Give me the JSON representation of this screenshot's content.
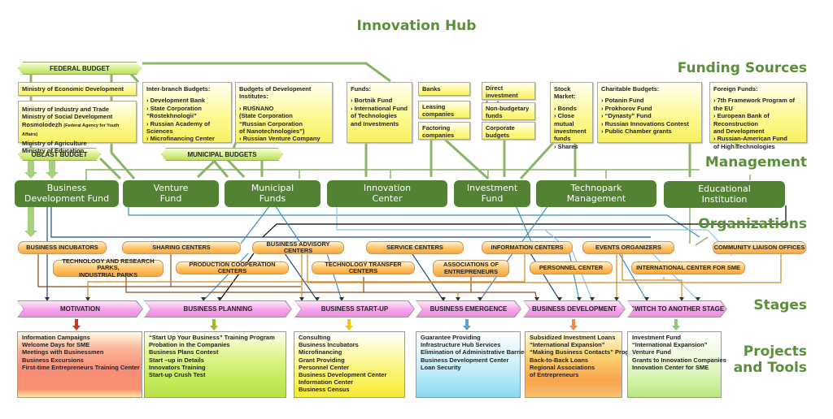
{
  "title": "Innovation Hub",
  "sections": {
    "funding_sources": "Funding Sources",
    "management": "Management",
    "organizations": "Organizations",
    "stages": "Stages",
    "projects_line1": "Projects",
    "projects_line2": "and Tools"
  },
  "budgets": {
    "federal": "FEDERAL BUDGET",
    "oblast": "OBLAST BUDGET",
    "municipal": "MUNICIPAL BUDGETS"
  },
  "funding": {
    "ministry_econ": "Ministry of Economic Development",
    "ministries": [
      "Ministry of Industry and Trade",
      "Ministry of Social Development",
      "Rosmolodezh",
      "Ministry of Agriculture",
      "Ministry of Education"
    ],
    "rosmolodezh_note": "(Federal Agency for Youth Affairs)",
    "inter_branch": {
      "header": "Inter-branch Budgets:",
      "items": [
        "› Development Bank",
        "› State Corporation",
        "“Rostekhnologii”",
        "› Russian Academy of Sciences",
        "› Microfinancing Center"
      ]
    },
    "dev_institutes": {
      "header": "Budgets of  Development Institutes:",
      "items": [
        "› RUSNANO",
        "(State Corporation",
        "“Russian Corporation",
        "of Nanotechnologies”)",
        "› Russian Venture Company"
      ]
    },
    "funds": {
      "header": "Funds:",
      "items": [
        "› Bortnik Fund",
        "› International Fund",
        "of Technologies",
        "and Investments"
      ]
    },
    "banks": "Banks",
    "leasing": [
      "Leasing",
      "companies"
    ],
    "factoring": [
      "Factoring",
      "companies"
    ],
    "direct_investment": [
      "Direct investment",
      "funds"
    ],
    "non_budgetary": [
      "Non-budgetary",
      "funds"
    ],
    "corporate": [
      "Corporate",
      "budgets"
    ],
    "stock_market": {
      "header": "Stock Market:",
      "items": [
        "› Bonds",
        "› Close mutual",
        "investment",
        "funds",
        "› Shares"
      ]
    },
    "charitable": {
      "header": "Charitable Budgets:",
      "items": [
        "› Potanin Fund",
        "› Prokhorov Fund",
        "› “Dynasty” Fund",
        "› Russian Innovations Contest",
        "› Public Chamber grants"
      ]
    },
    "foreign": {
      "header": "Foreign Funds:",
      "items": [
        "› 7th Framework Program of the EU",
        "› European Bank of Reconstruction",
        "and Development",
        "› Russian-American Fund",
        "of High Technologies"
      ]
    }
  },
  "management": [
    [
      "Business",
      "Development Fund"
    ],
    [
      "Venture",
      "Fund"
    ],
    [
      "Municipal",
      "Funds"
    ],
    [
      "Innovation",
      "Center"
    ],
    [
      "Investment",
      "Fund"
    ],
    [
      "Technopark",
      "Management"
    ],
    [
      "Educational",
      "Institution"
    ]
  ],
  "organizations": {
    "row1": [
      "BUSINESS INCUBATORS",
      "SHARING CENTERS",
      "BUSINESS ADVISORY CENTERS",
      "SERVICE CENTERS",
      "INFORMATION CENTERS",
      "EVENTS ORGANIZERS",
      "COMMUNITY LIAISON OFFICES"
    ],
    "row2": [
      [
        "TECHNOLOGY AND RESEARCH PARKS,",
        "INDUSTRIAL PARKS"
      ],
      [
        "PRODUCTION COOPERATION CENTERS"
      ],
      [
        "TECHNOLOGY TRANSFER CENTERS"
      ],
      [
        "ASSOCIATIONS OF",
        "ENTREPRENEURS"
      ],
      [
        "PERSONNEL CENTER"
      ],
      [
        "INTERNATIONAL CENTER FOR SME"
      ]
    ]
  },
  "stages": [
    "MOTIVATION",
    "BUSINESS PLANNING",
    "BUSINESS START-UP",
    "BUSINESS EMERGENCE",
    "BUSINESS DEVELOPMENT",
    "SWITCH TO ANOTHER STAGE"
  ],
  "stage_colors": [
    "#c0392b",
    "#9bbb20",
    "#f2c90f",
    "#5aa3d6",
    "#f08a4b",
    "#8fc47a"
  ],
  "projects": [
    [
      "Information Campaigns",
      "Welcome Days for SME",
      "Meetings with Businessmen",
      "Business Excursions",
      "First-time Entrepreneurs Training Center"
    ],
    [
      "“Start Up Your Business” Training Program",
      "Probation in the Companies",
      "Business Plans Contest",
      "Start –up in Details",
      "Innovators Training",
      "Start-up Crush Test"
    ],
    [
      "Consulting",
      "Business Incubators",
      "Microfinancing",
      "Grant Providing",
      "Personnel Center",
      "Business Development  Center",
      "Information Center",
      "Business Census"
    ],
    [
      "Guarantee Providing",
      "Infrastructure Hub Services",
      "Elimination of Administrative Barriers",
      "Business Development  Center",
      "Loan Security"
    ],
    [
      "Subsidized Investment Loans",
      "“International Expansion”",
      "“Making Business Contacts” Program",
      "Back-to-Back Loans",
      "Regional Associations",
      "of Entrepreneurs"
    ],
    [
      "Investment Fund",
      "“International Expansion”",
      "Venture Fund",
      "Grants to Innovation Companies",
      "Innovation Center for SME"
    ]
  ]
}
